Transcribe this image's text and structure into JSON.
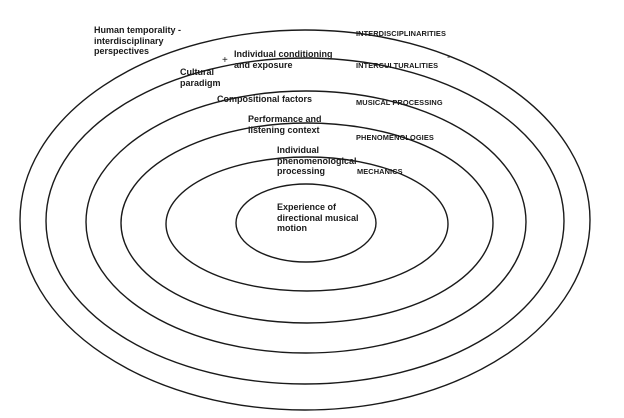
{
  "rings": [
    {
      "label": "INTERDISCIPLINARITIES",
      "content": "Human temporality -\ninterdisciplinary\nperspectives"
    },
    {
      "label": "INTERCULTURALITIES",
      "content": "Individual conditioning\nand exposure",
      "content_secondary": "Cultural\nparadigm",
      "connector": "+"
    },
    {
      "label": "MUSICAL PROCESSING",
      "content": "Compositional factors"
    },
    {
      "label": "PHENOMENOLOGIES",
      "content": "Performance and\nlistening context"
    },
    {
      "label": "MECHANICS",
      "content": "Individual\nphenomenological\nprocessing"
    }
  ],
  "core": "Experience of\ndirectional musical\nmotion",
  "stray_mark": "-"
}
